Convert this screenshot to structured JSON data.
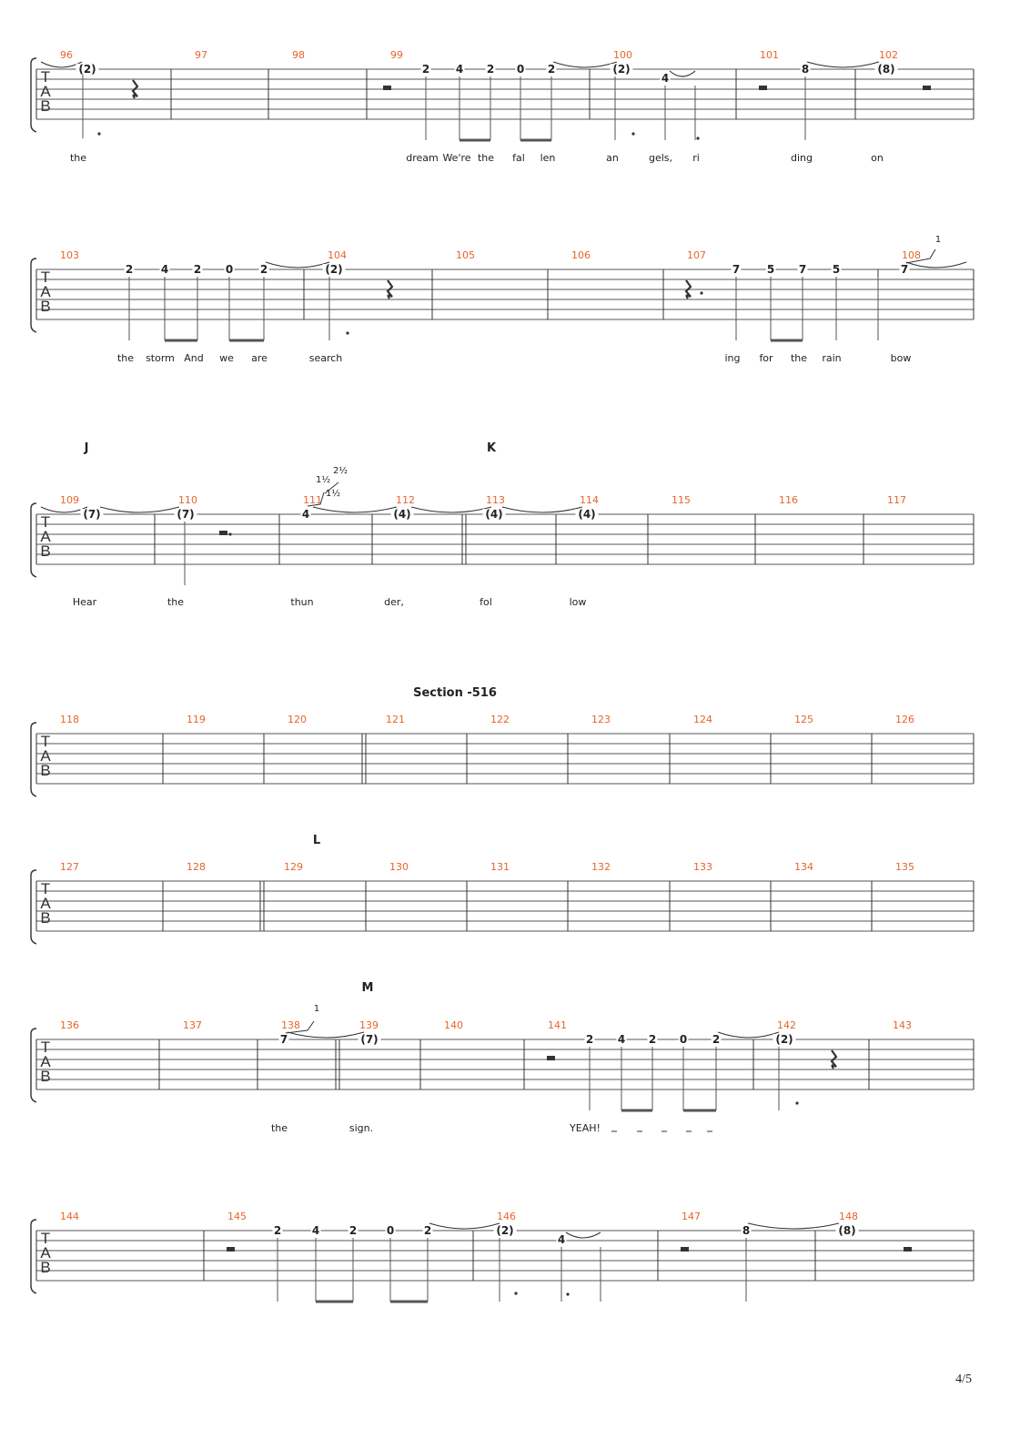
{
  "page": {
    "number": "4/5"
  },
  "tab_letters": [
    "T",
    "A",
    "B"
  ],
  "systems": [
    {
      "bars": [
        {
          "n": "96"
        },
        {
          "n": "97"
        },
        {
          "n": "98"
        },
        {
          "n": "99"
        },
        {
          "n": "100"
        },
        {
          "n": "101"
        },
        {
          "n": "102"
        }
      ],
      "notes": [
        "(2)",
        "2",
        "4",
        "2",
        "0",
        "2",
        "(2)",
        "4",
        "8",
        "(8)"
      ],
      "lyrics": [
        "the",
        "dream",
        "We're",
        "the",
        "fal",
        "len",
        "an",
        "gels,",
        "ri",
        "ding",
        "on"
      ]
    },
    {
      "bars": [
        {
          "n": "103"
        },
        {
          "n": "104"
        },
        {
          "n": "105"
        },
        {
          "n": "106"
        },
        {
          "n": "107"
        },
        {
          "n": "108"
        }
      ],
      "notes": [
        "2",
        "4",
        "2",
        "0",
        "2",
        "(2)",
        "7",
        "5",
        "7",
        "5",
        "7"
      ],
      "bend_labels": [
        "1"
      ],
      "lyrics": [
        "the",
        "storm",
        "And",
        "we",
        "are",
        "search",
        "ing",
        "for",
        "the",
        "rain",
        "bow"
      ]
    },
    {
      "section_markers": [
        "J",
        "K"
      ],
      "bars": [
        {
          "n": "109"
        },
        {
          "n": "110"
        },
        {
          "n": "111"
        },
        {
          "n": "112"
        },
        {
          "n": "113"
        },
        {
          "n": "114"
        },
        {
          "n": "115"
        },
        {
          "n": "116"
        },
        {
          "n": "117"
        }
      ],
      "notes": [
        "(7)",
        "(7)",
        "4",
        "(4)",
        "(4)",
        "(4)"
      ],
      "bend_labels": [
        "1½",
        "2½",
        "1½"
      ],
      "lyrics": [
        "Hear",
        "the",
        "thun",
        "der,",
        "fol",
        "low"
      ]
    },
    {
      "section_markers": [
        "Section -516"
      ],
      "bars": [
        {
          "n": "118"
        },
        {
          "n": "119"
        },
        {
          "n": "120"
        },
        {
          "n": "121"
        },
        {
          "n": "122"
        },
        {
          "n": "123"
        },
        {
          "n": "124"
        },
        {
          "n": "125"
        },
        {
          "n": "126"
        }
      ]
    },
    {
      "section_markers": [
        "L"
      ],
      "bars": [
        {
          "n": "127"
        },
        {
          "n": "128"
        },
        {
          "n": "129"
        },
        {
          "n": "130"
        },
        {
          "n": "131"
        },
        {
          "n": "132"
        },
        {
          "n": "133"
        },
        {
          "n": "134"
        },
        {
          "n": "135"
        }
      ]
    },
    {
      "section_markers": [
        "M"
      ],
      "bars": [
        {
          "n": "136"
        },
        {
          "n": "137"
        },
        {
          "n": "138"
        },
        {
          "n": "139"
        },
        {
          "n": "140"
        },
        {
          "n": "141"
        },
        {
          "n": "142"
        },
        {
          "n": "143"
        }
      ],
      "notes": [
        "7",
        "(7)",
        "2",
        "4",
        "2",
        "0",
        "2",
        "(2)"
      ],
      "bend_labels": [
        "1"
      ],
      "lyrics": [
        "the",
        "sign.",
        "YEAH!"
      ]
    },
    {
      "bars": [
        {
          "n": "144"
        },
        {
          "n": "145"
        },
        {
          "n": "146"
        },
        {
          "n": "147"
        },
        {
          "n": "148"
        }
      ],
      "notes": [
        "2",
        "4",
        "2",
        "0",
        "2",
        "(2)",
        "4",
        "8",
        "(8)"
      ]
    }
  ],
  "colors": {
    "bar_number": "#e8642a",
    "staff": "#555555",
    "text": "#222222"
  }
}
